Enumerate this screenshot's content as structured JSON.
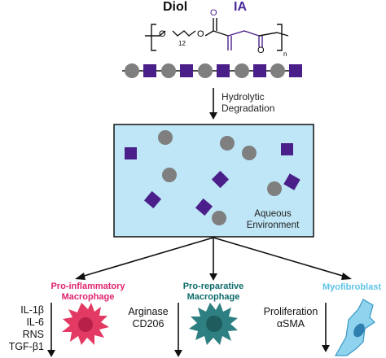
{
  "monomers": {
    "diol": "Diol",
    "ia": "IA"
  },
  "structure": {
    "o_left": "O",
    "subscript_12": "12",
    "o_right": "O",
    "o_top": "O",
    "o_bottom": "O",
    "subscript_n": "n"
  },
  "degradation": {
    "line1": "Hydrolytic",
    "line2": "Degradation"
  },
  "environment": {
    "line1": "Aqueous",
    "line2": "Environment"
  },
  "outcomes": {
    "pro_inflammatory": {
      "title_line1": "Pro-inflammatory",
      "title_line2": "Macrophage",
      "markers": [
        "IL-1β",
        "IL-6",
        "RNS",
        "TGF-β1"
      ]
    },
    "pro_reparative": {
      "title_line1": "Pro-reparative",
      "title_line2": "Macrophage",
      "markers": [
        "Arginase",
        "CD206"
      ]
    },
    "myofibroblast": {
      "title": "Myofibroblast",
      "markers": [
        "Proliferation",
        "αSMA"
      ]
    }
  },
  "colors": {
    "diol_circle": "#7f7f7f",
    "ia_square": "#4a1f8a",
    "box_fill": "#bfe6f7",
    "pro_inflammatory": "#e0226f",
    "pro_reparative": "#0e6b6b",
    "myofibroblast": "#5cc3e8"
  }
}
